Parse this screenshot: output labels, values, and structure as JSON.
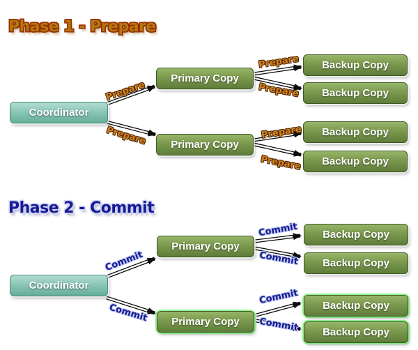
{
  "colors": {
    "phase1_accent": "#b1790e",
    "phase1_outline": "#9a2b00",
    "phase2_accent": "#191992",
    "phase2_outline": "#ccd5f4",
    "node_green": "#7d9c50",
    "node_green_border": "#3e5a24",
    "coordinator_teal": "#8bc7b7",
    "coordinator_border": "#43907e",
    "arrow_black": "#0d0d0d",
    "prepare_label_color": "#d3831c",
    "commit_label_color": "#18188f"
  },
  "phase1": {
    "title": "Phase 1 - Prepare",
    "coordinator": "Coordinator",
    "primaries": [
      "Primary Copy",
      "Primary Copy"
    ],
    "backups": [
      "Backup Copy",
      "Backup Copy",
      "Backup Copy",
      "Backup Copy"
    ],
    "arrow_label": "Prepare"
  },
  "phase2": {
    "title": "Phase 2 - Commit",
    "coordinator": "Coordinator",
    "primaries": [
      "Primary Copy",
      "Primary Copy"
    ],
    "backups": [
      "Backup Copy",
      "Backup Copy",
      "Backup Copy",
      "Backup Copy"
    ],
    "arrow_label": "Commit"
  }
}
